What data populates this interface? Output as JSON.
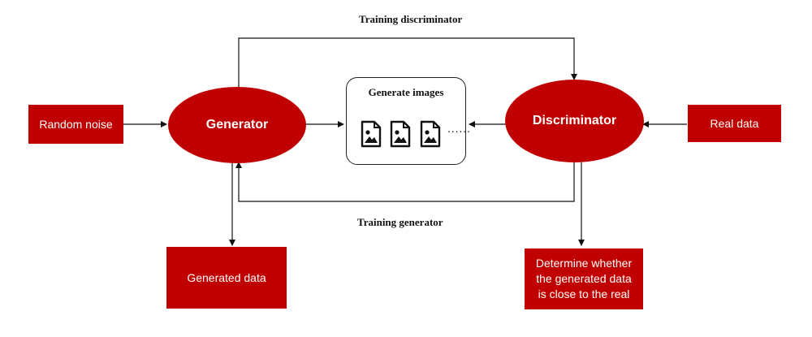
{
  "nodes": {
    "random_noise": "Random noise",
    "generator": "Generator",
    "discriminator": "Discriminator",
    "real_data": "Real data",
    "generated_data": "Generated data",
    "determine": [
      "Determine whether",
      "the generated data",
      "is close to the real"
    ],
    "generate_images": "Generate images",
    "more_images": "......"
  },
  "edge_labels": {
    "training_discriminator": "Training discriminator",
    "training_generator": "Training generator"
  },
  "colors": {
    "node_fill": "#c00000",
    "node_text": "#ffffff",
    "line": "#111111"
  },
  "icons": [
    "image-file-icon",
    "image-file-icon",
    "image-file-icon"
  ]
}
